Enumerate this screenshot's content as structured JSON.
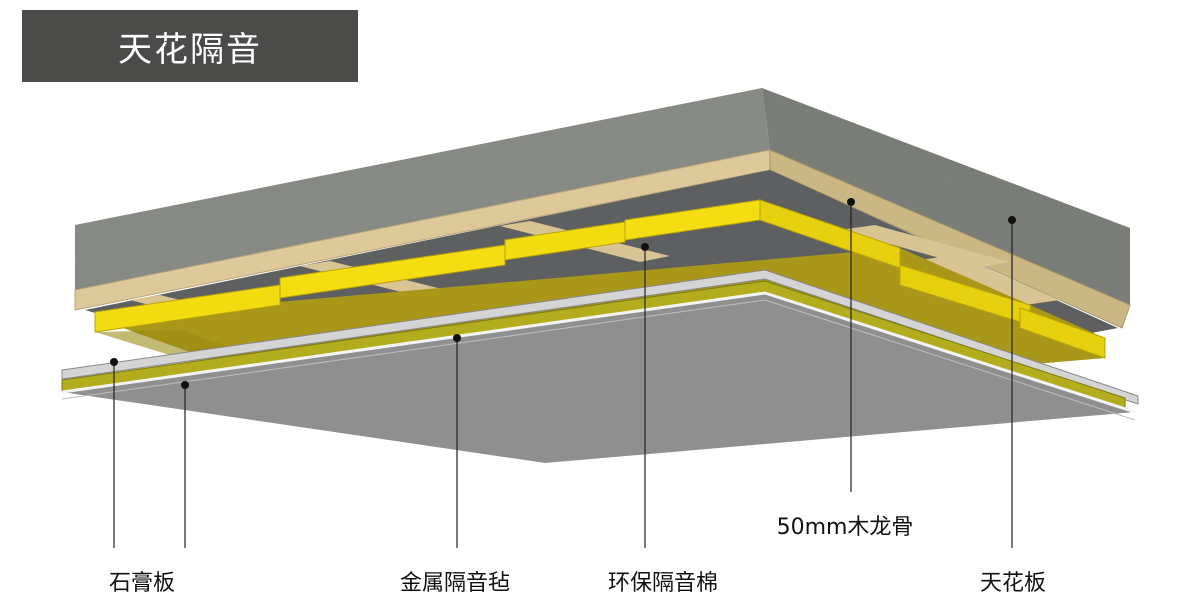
{
  "title": "天花隔音",
  "labels": {
    "gypsum_board": "石膏板",
    "metal_felt": "金属隔音毡",
    "eco_cotton": "环保隔音棉",
    "wood_keel": "50mm木龙骨",
    "ceiling_slab": "天花板"
  },
  "colors": {
    "title_bg": "#4b4b49",
    "concrete": "#8a8d88",
    "wood": "#d9c596",
    "batt_face": "#f2dc10",
    "batt_under": "#a89718",
    "felt": "#b3ad1e",
    "board": "#8e8e8e"
  }
}
